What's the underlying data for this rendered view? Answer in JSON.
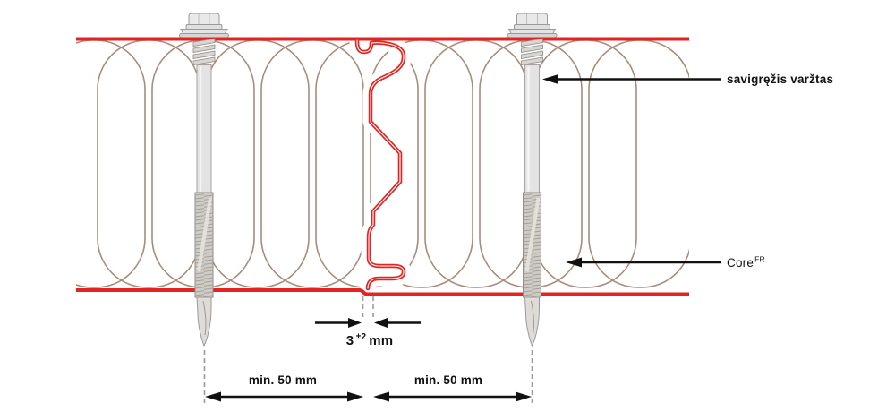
{
  "labels": {
    "screw": "savigręžis varžtas",
    "core": {
      "base": "Core",
      "superscript": "FR"
    }
  },
  "dimensions": {
    "joint_gap": {
      "value": "3",
      "tolerance": "±2",
      "unit": "mm"
    },
    "left_spacing": "min. 50 mm",
    "right_spacing": "min. 50 mm"
  },
  "colors": {
    "facing_red": "#e32422",
    "wool_tan": "#a98c7a",
    "screw_light_gray": "#e4e4e4",
    "screw_thread_gray": "#8f8c88",
    "annotation_black": "#111111",
    "extension_dash_gray": "#9b9b9b"
  }
}
